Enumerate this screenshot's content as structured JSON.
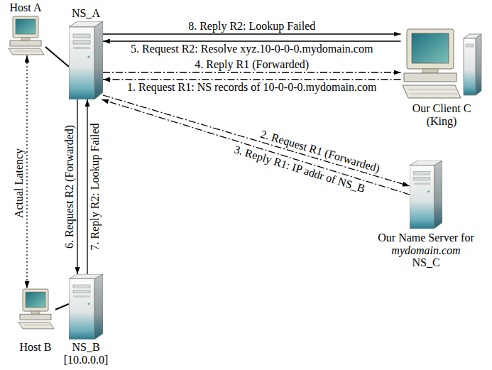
{
  "diagram": {
    "nodes": [
      {
        "text": [
          "Host A"
        ]
      },
      {
        "text": [
          "NS_A"
        ]
      },
      {
        "text": [
          "Our Client C (King)"
        ]
      },
      {
        "text": [
          "Our Name Server for",
          "mydomain.com",
          "NS_C"
        ]
      },
      {
        "text": [
          "Host B"
        ]
      },
      {
        "text": [
          "NS_B",
          "[10.0.0.0]"
        ]
      }
    ],
    "edges": [
      {
        "from": 1,
        "to": 2,
        "arrow": "to",
        "label": "8. Reply R2: Lookup Failed"
      },
      {
        "from": 2,
        "to": 1,
        "arrow": "to",
        "label": "5. Request R2: Resolve xyz.10-0-0-0.mydomain.com"
      },
      {
        "from": 1,
        "to": 2,
        "arrow": "to",
        "label": "4. Reply R1 (Forwarded)"
      },
      {
        "from": 2,
        "to": 1,
        "arrow": "to",
        "label": "1. Request R1: NS records of 10-0-0-0.mydomain.com"
      },
      {
        "from": 1,
        "to": 3,
        "arrow": "to",
        "label": "2. Request R1 (Forwarded)"
      },
      {
        "from": 3,
        "to": 1,
        "arrow": "to",
        "label": "3. Reply R1: IP addr of NS_B"
      },
      {
        "from": 1,
        "to": 5,
        "arrow": "to",
        "label": "6. Request R2 (Forwarded)"
      },
      {
        "from": 5,
        "to": 1,
        "arrow": "to",
        "label": "7. Reply R2: Lookup Failed"
      },
      {
        "from": 0,
        "to": 1,
        "arrow": "none"
      },
      {
        "from": 4,
        "to": 5,
        "arrow": "none"
      },
      {
        "from": 0,
        "to": 4,
        "arrow": "both",
        "label": "Actual Latency"
      }
    ]
  }
}
